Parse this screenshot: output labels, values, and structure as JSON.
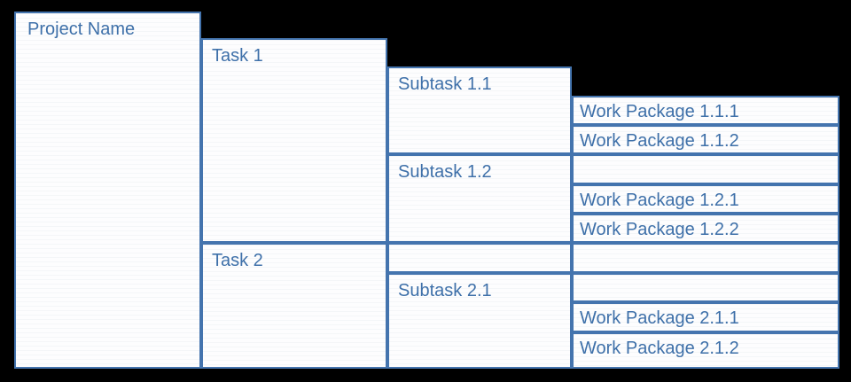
{
  "style": {
    "canvas_bg": "#000000",
    "border_color": "#4474ae",
    "box_fill": "#fdfdfe",
    "text_color": "#3e70a9"
  },
  "nodes": {
    "project": {
      "label": "Project Name"
    },
    "task1": {
      "label": "Task 1"
    },
    "task2": {
      "label": "Task 2"
    },
    "subtask11": {
      "label": "Subtask 1.1"
    },
    "subtask12": {
      "label": "Subtask 1.2"
    },
    "subtask21": {
      "label": "Subtask 2.1"
    },
    "wp111": {
      "label": "Work Package 1.1.1"
    },
    "wp112": {
      "label": "Work Package 1.1.2"
    },
    "wp121": {
      "label": "Work Package 1.2.1"
    },
    "wp122": {
      "label": "Work Package 1.2.2"
    },
    "wp211": {
      "label": "Work Package 2.1.1"
    },
    "wp212": {
      "label": "Work Package 2.1.2"
    }
  }
}
